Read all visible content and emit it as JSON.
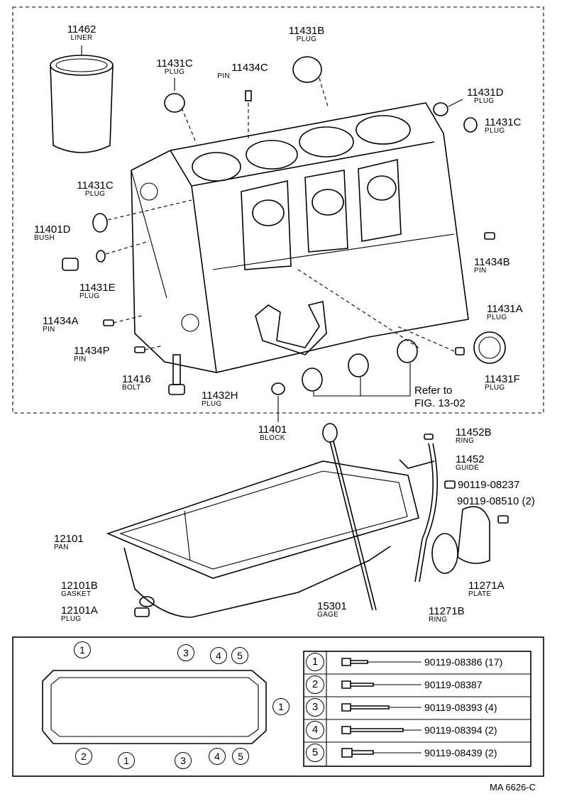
{
  "upper_parts": [
    {
      "id": "liner",
      "number": "11462",
      "name": "LINER"
    },
    {
      "id": "plug-11431c-a",
      "number": "11431C",
      "name": "PLUG"
    },
    {
      "id": "pin-11434c",
      "number": "11434C",
      "name": "PIN"
    },
    {
      "id": "plug-11431b",
      "number": "11431B",
      "name": "PLUG"
    },
    {
      "id": "plug-11431d",
      "number": "11431D",
      "name": "PLUG"
    },
    {
      "id": "plug-11431c-b",
      "number": "11431C",
      "name": "PLUG"
    },
    {
      "id": "plug-11431c-c",
      "number": "11431C",
      "name": "PLUG"
    },
    {
      "id": "bush",
      "number": "11401D",
      "name": "BUSH"
    },
    {
      "id": "plug-11431e",
      "number": "11431E",
      "name": "PLUG"
    },
    {
      "id": "pin-11434b",
      "number": "11434B",
      "name": "PIN"
    },
    {
      "id": "pin-11434a",
      "number": "11434A",
      "name": "PIN"
    },
    {
      "id": "plug-11431a",
      "number": "11431A",
      "name": "PLUG"
    },
    {
      "id": "pin-11434p",
      "number": "11434P",
      "name": "PIN"
    },
    {
      "id": "bolt",
      "number": "11416",
      "name": "BOLT"
    },
    {
      "id": "plug-11432h",
      "number": "11432H",
      "name": "PLUG"
    },
    {
      "id": "plug-11431f",
      "number": "11431F",
      "name": "PLUG"
    }
  ],
  "refer_to": {
    "line1": "Refer to",
    "line2": "FIG. 13-02"
  },
  "block": {
    "number": "11401",
    "name": "BLOCK"
  },
  "lower_parts": [
    {
      "id": "ring-11452b",
      "number": "11452B",
      "name": "RING"
    },
    {
      "id": "guide",
      "number": "11452",
      "name": "GUIDE"
    },
    {
      "id": "bolt-08237",
      "number": "90119-08237",
      "name": ""
    },
    {
      "id": "bolt-08510",
      "number": "90119-08510 (2)",
      "name": ""
    },
    {
      "id": "pan",
      "number": "12101",
      "name": "PAN"
    },
    {
      "id": "gasket",
      "number": "12101B",
      "name": "GASKET"
    },
    {
      "id": "plug-12101a",
      "number": "12101A",
      "name": "PLUG"
    },
    {
      "id": "gage",
      "number": "15301",
      "name": "GAGE"
    },
    {
      "id": "ring-11271b",
      "number": "11271B",
      "name": "RING"
    },
    {
      "id": "plate",
      "number": "11271A",
      "name": "PLATE"
    }
  ],
  "bolt_table": [
    {
      "key": "1",
      "part": "90119-08386 (17)"
    },
    {
      "key": "2",
      "part": "90119-08387"
    },
    {
      "key": "3",
      "part": "90119-08393 (4)"
    },
    {
      "key": "4",
      "part": "90119-08394 (2)"
    },
    {
      "key": "5",
      "part": "90119-08439 (2)"
    }
  ],
  "pan_callouts": {
    "top": [
      "1",
      "3",
      "4",
      "5"
    ],
    "right": "1",
    "bottom": [
      "2",
      "1",
      "3",
      "4",
      "5"
    ]
  },
  "figure_code": "MA 6626-C"
}
